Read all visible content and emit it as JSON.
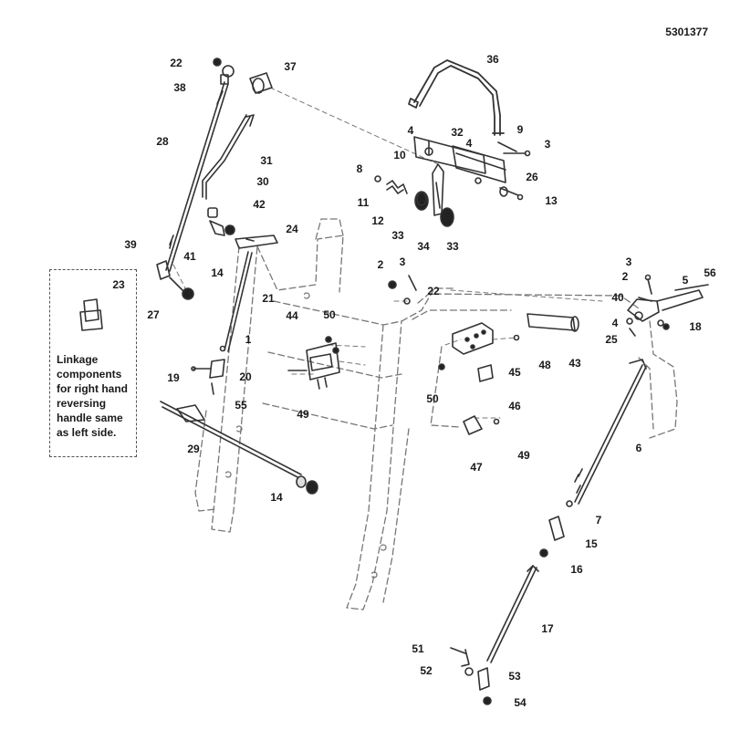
{
  "diagram_id": "5301377",
  "note_lines": [
    "Linkage",
    "components",
    "for right hand",
    "reversing",
    "handle same",
    "as left side."
  ],
  "callouts": [
    "22",
    "38",
    "37",
    "36",
    "28",
    "31",
    "30",
    "42",
    "41",
    "14",
    "24",
    "39",
    "27",
    "23",
    "21",
    "1",
    "19",
    "20",
    "55",
    "29",
    "14",
    "44",
    "50",
    "49",
    "2",
    "3",
    "22",
    "8",
    "11",
    "12",
    "33",
    "34",
    "33",
    "4",
    "10",
    "32",
    "4",
    "9",
    "3",
    "26",
    "13",
    "45",
    "48",
    "43",
    "46",
    "50",
    "49",
    "47",
    "6",
    "7",
    "15",
    "16",
    "17",
    "51",
    "52",
    "53",
    "54",
    "3",
    "2",
    "5",
    "56",
    "40",
    "4",
    "25",
    "18"
  ]
}
